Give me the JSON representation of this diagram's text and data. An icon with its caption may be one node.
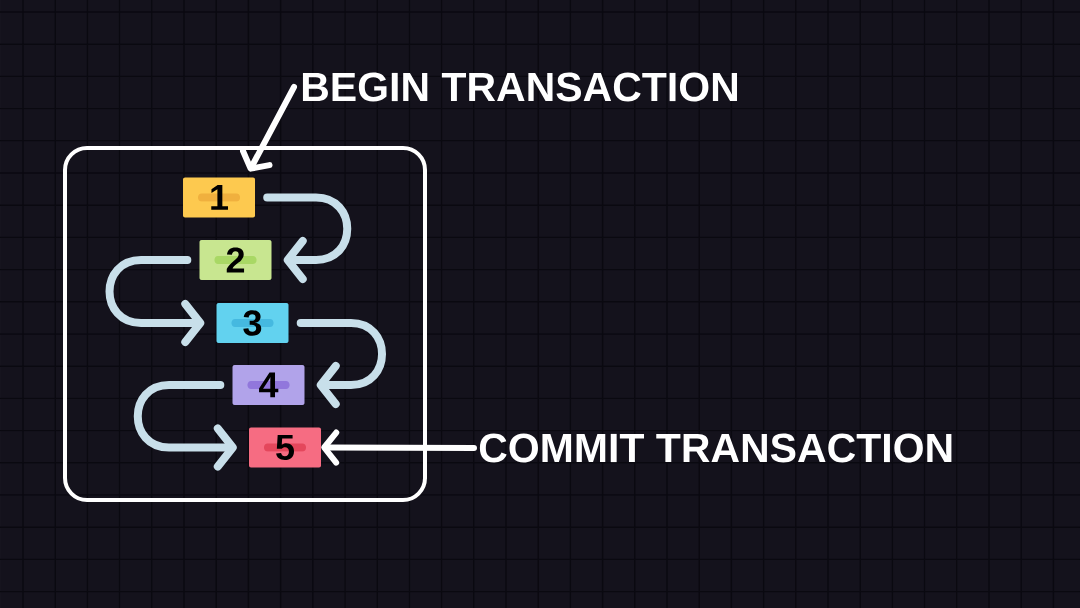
{
  "diagram": {
    "nodes": [
      {
        "text": [
          "BEGIN TRANSACTION"
        ]
      },
      {
        "text": [],
        "shape": "box"
      },
      {
        "text": [
          "1"
        ],
        "in": 1
      },
      {
        "text": [
          "2"
        ],
        "in": 1
      },
      {
        "text": [
          "3"
        ],
        "in": 1
      },
      {
        "text": [
          "4"
        ],
        "in": 1
      },
      {
        "text": [
          "5"
        ],
        "in": 1
      },
      {
        "text": [
          "COMMIT TRANSACTION"
        ]
      }
    ],
    "edges": [
      {
        "from": 2,
        "to": 3,
        "arrow": "to"
      },
      {
        "from": 3,
        "to": 4,
        "arrow": "to"
      },
      {
        "from": 4,
        "to": 5,
        "arrow": "to"
      },
      {
        "from": 5,
        "to": 6,
        "arrow": "to"
      },
      {
        "from": 0,
        "to": 2,
        "arrow": "to",
        "color": "#ffffff"
      },
      {
        "from": 7,
        "to": 6,
        "arrow": "to",
        "color": "#ffffff"
      }
    ]
  }
}
